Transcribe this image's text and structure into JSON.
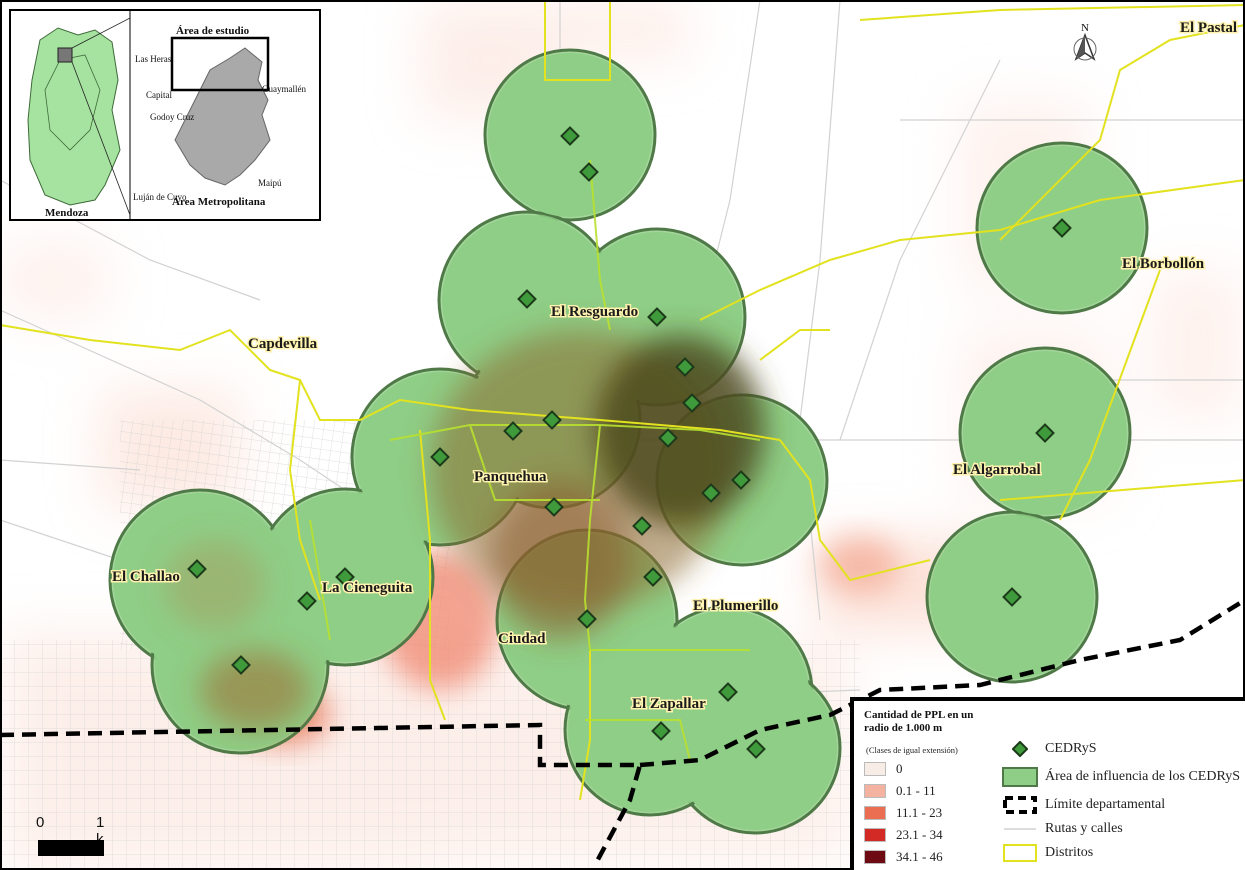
{
  "inset": {
    "study_area_label": "Área de estudio",
    "metro_label": "Área Metropolitana",
    "province_label": "Mendoza",
    "place_labels": [
      "Las Heras",
      "Capital",
      "Godoy Cruz",
      "Guaymallén",
      "Maipú",
      "Luján de Cuyo"
    ]
  },
  "north_arrow": "N",
  "districts": {
    "el_pastal": "El Pastal",
    "el_borbollon": "El Borbollón",
    "el_resguardo": "El Resguardo",
    "capdevilla": "Capdevilla",
    "panquehua": "Panquehua",
    "el_algarrobal": "El Algarrobal",
    "el_challao": "El Challao",
    "la_cieneguita": "La Cieneguita",
    "el_plumerillo": "El Plumerillo",
    "ciudad": "Ciudad",
    "el_zapallar": "El Zapallar"
  },
  "legend": {
    "title": "Cantidad de PPL en un radio de 1.000 m",
    "note": "(Clases de igual extensión)",
    "classes": [
      {
        "label": "0",
        "color": "#f8ece6"
      },
      {
        "label": "0.1 - 11",
        "color": "#f4b2a0"
      },
      {
        "label": "11.1 - 23",
        "color": "#ec6e52"
      },
      {
        "label": "23.1 - 34",
        "color": "#d42a25"
      },
      {
        "label": "34.1 - 46",
        "color": "#6e0a12"
      }
    ],
    "symbols": {
      "cedrys": "CEDRyS",
      "influence": "Área de influencia de los CEDRyS",
      "limit": "Límite departamental",
      "roads": "Rutas y calles",
      "districts": "Distritos"
    }
  },
  "scale": {
    "start": "0",
    "end": "1 k"
  },
  "colors": {
    "influence_fill": "#8fce86",
    "influence_stroke": "#4f7a48",
    "cedrys_fill": "#3e9a3a",
    "district_line": "#e0e020",
    "department_line": "#000000"
  }
}
